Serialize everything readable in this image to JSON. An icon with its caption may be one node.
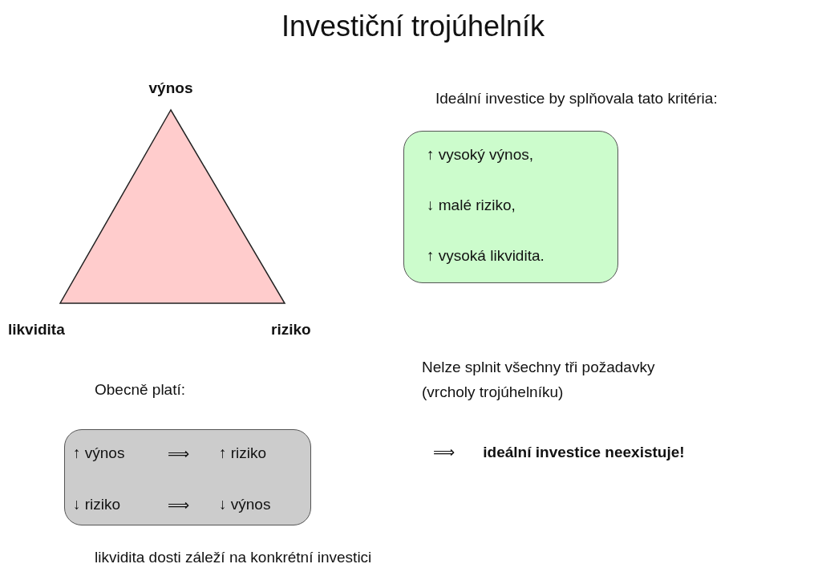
{
  "diagram": {
    "title": "Investiční trojúhelník",
    "nodes": [
      {
        "text": [],
        "shape": "triangle",
        "beside": [
          "výnos",
          "likvidita",
          "riziko"
        ]
      },
      {
        "text": [
          "Ideální investice by splňovala tato kritéria:",
          "↑ vysoký výnos,",
          "↓ malé riziko,",
          "↑ vysoká likvidita."
        ]
      },
      {
        "text": [
          "Obecně platí:",
          "↑ výnos",
          "⟹",
          "↑ riziko",
          "↓ riziko",
          "⟹",
          "↓ výnos"
        ]
      }
    ],
    "edges": [],
    "labels": [
      "Nelze splnit všechny tři požadavky (vrcholy trojúhelníku)",
      "⟹ **ideální investice neexistuje!**",
      "likvidita dosti záleží na konkrétní investici"
    ]
  }
}
